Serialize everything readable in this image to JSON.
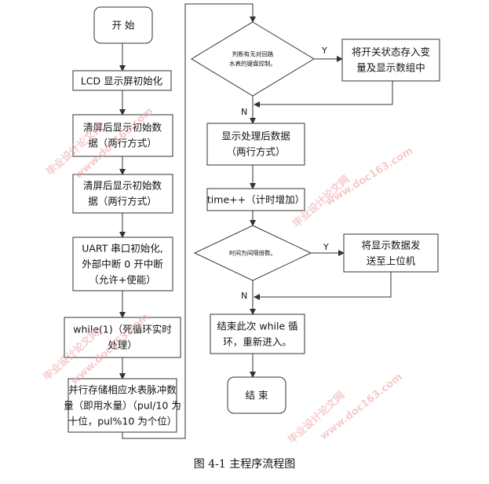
{
  "nodes": {
    "start": [
      "开 始"
    ],
    "lcd_init": [
      "LCD 显示屏初始化"
    ],
    "clear1": [
      "清屏后显示初始数",
      "据（两行方式）"
    ],
    "clear2": [
      "清屏后显示初始数",
      "据（两行方式）"
    ],
    "uart": [
      "UART 串口初始化,",
      "外部中断 0 开中断",
      "（允许+使能）"
    ],
    "while": [
      "while(1)（死循环实时",
      "处理）"
    ],
    "store": [
      "并行存储相应水表脉冲数",
      "量（即用水量）（pul/10 为",
      "十位，pul%10 为个位）"
    ],
    "judge": [
      "判断有无对回路",
      "水表的键盘控制。"
    ],
    "save_state": [
      "将开关状态存入变",
      "量及显示数组中"
    ],
    "show_processed": [
      "显示处理后数据",
      "（两行方式）"
    ],
    "time_inc": [
      "time++（计时增加）"
    ],
    "interval": [
      "时间为间隔倍数。"
    ],
    "send": [
      "将显示数据发",
      "送至上位机"
    ],
    "end_loop": [
      "结束此次 while 循",
      "环，重新进入。"
    ],
    "end": [
      "结 束"
    ]
  },
  "edge_labels": {
    "judge_yes": "Y",
    "judge_no": "N",
    "interval_yes": "Y",
    "interval_no": "N"
  },
  "watermarks": [
    "毕业设计论文网",
    "www.doc163.com"
  ],
  "caption": "图 4-1   主程序流程图"
}
